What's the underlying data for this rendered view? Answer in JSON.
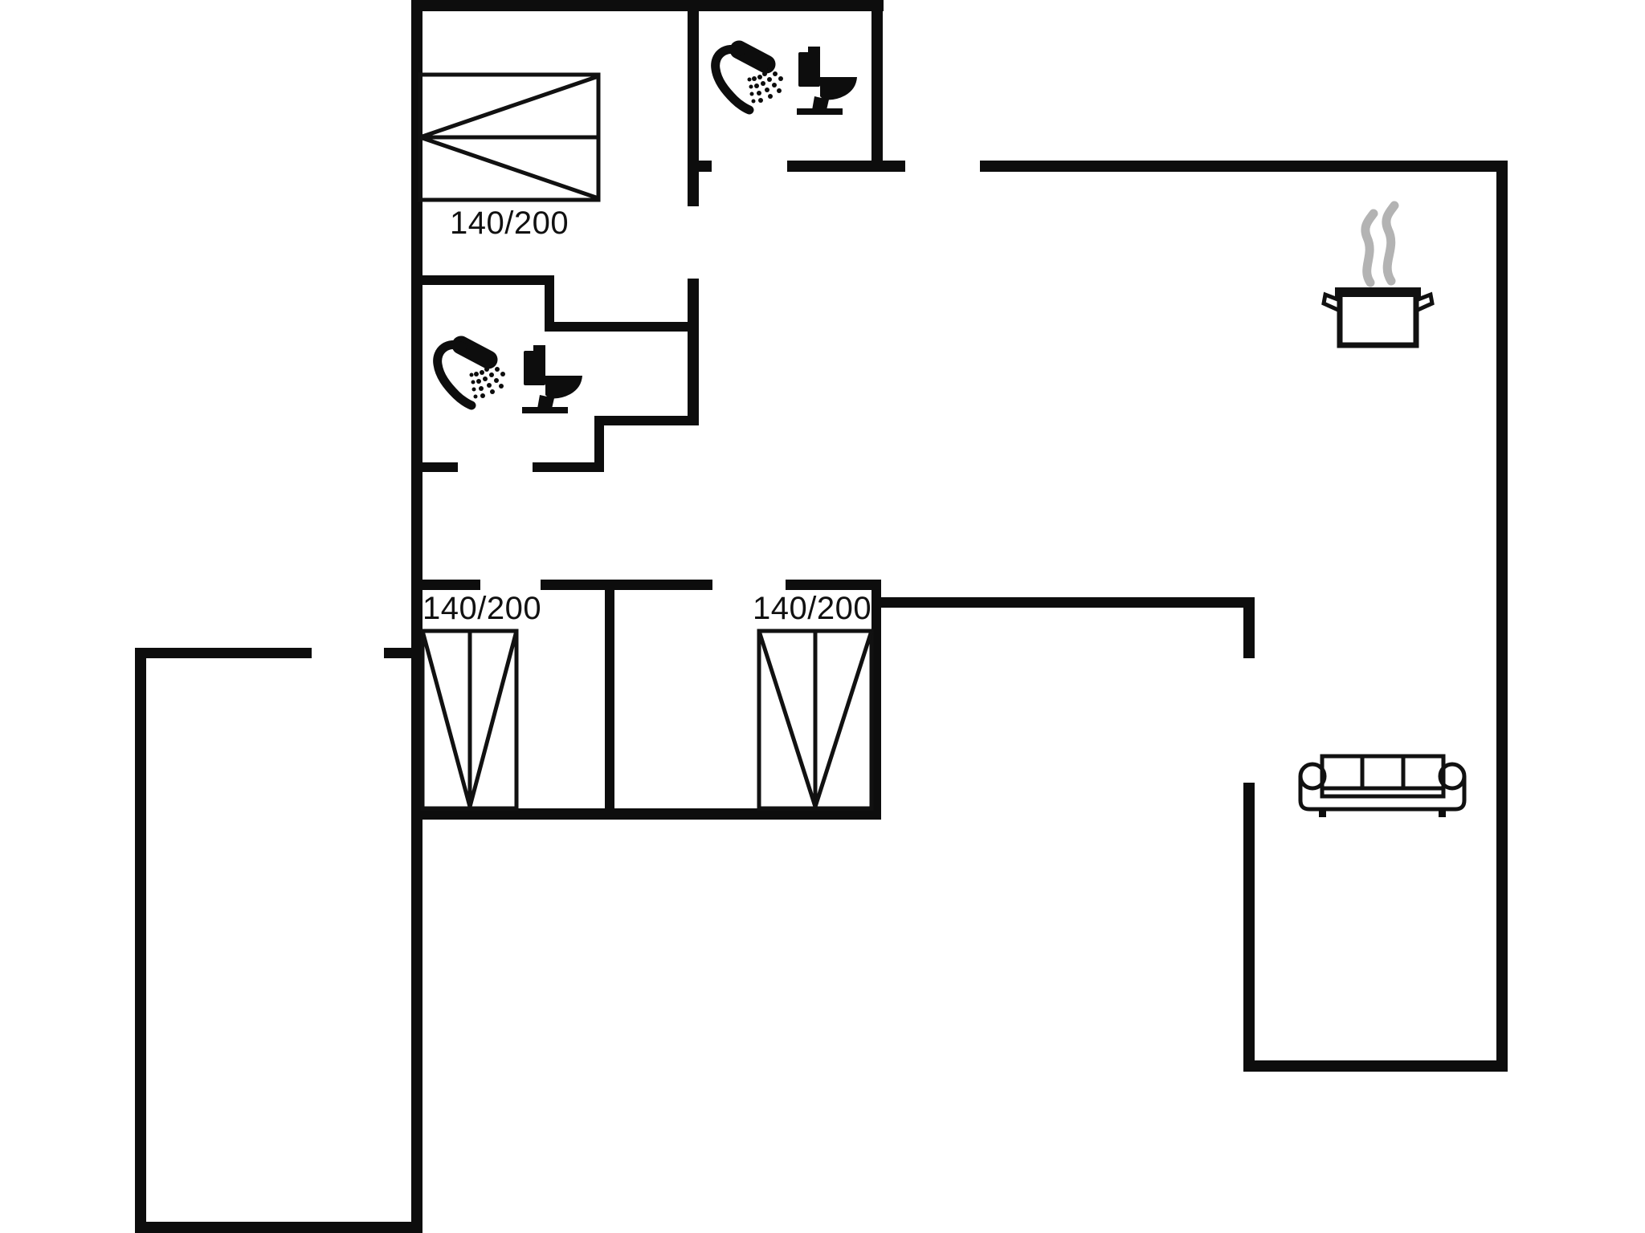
{
  "type": "floor-plan",
  "colors": {
    "background": "#ffffff",
    "wall": "#0d0d0d",
    "furniture_line": "#111111",
    "steam": "#b3b3b3"
  },
  "beds": [
    {
      "room": "bedroom-top-left",
      "label": "140/200",
      "orientation": "horizontal"
    },
    {
      "room": "bedroom-middle-left",
      "label": "140/200",
      "orientation": "vertical"
    },
    {
      "room": "bedroom-middle-right",
      "label": "140/200",
      "orientation": "vertical"
    }
  ],
  "icons": [
    {
      "name": "double-bed-icon",
      "instances": 3
    },
    {
      "name": "shower-icon",
      "instances": 2
    },
    {
      "name": "toilet-icon",
      "instances": 2
    },
    {
      "name": "cooking-pot-icon",
      "instances": 1
    },
    {
      "name": "steam-icon",
      "instances": 1
    },
    {
      "name": "sofa-icon",
      "instances": 1
    }
  ]
}
